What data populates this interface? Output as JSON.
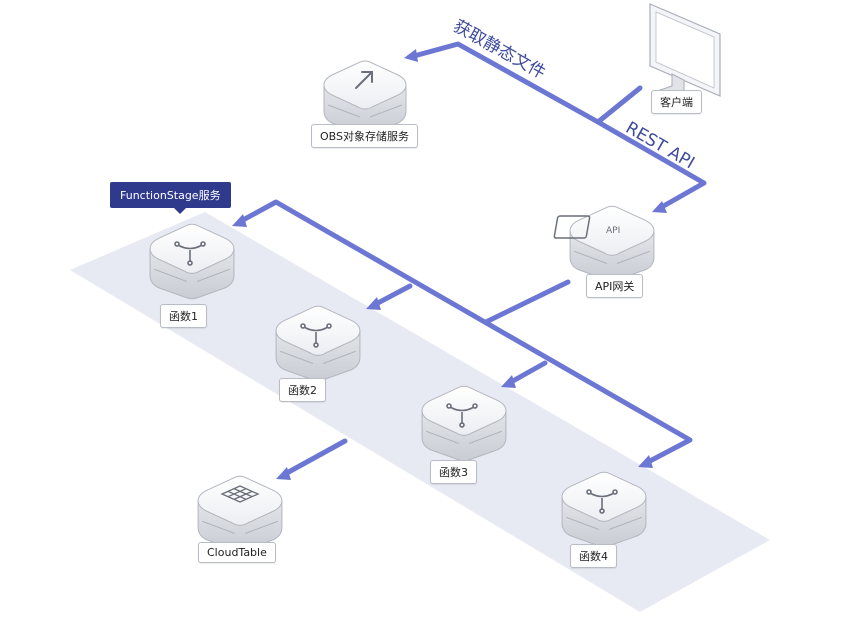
{
  "diagram": {
    "label_fetch_static": "获取静态文件",
    "label_rest_api": "REST API",
    "nodes": {
      "client": "客户端",
      "obs": "OBS对象存储服务",
      "apigw": "API网关",
      "functionstage": "FunctionStage服务",
      "fn1": "函数1",
      "fn2": "函数2",
      "fn3": "函数3",
      "fn4": "函数4",
      "cloudtable": "CloudTable"
    }
  },
  "colors": {
    "connector": "#6b77d2",
    "band": "#e8eaf3",
    "tag_bg": "#2f3a8c"
  },
  "icons": {
    "client": "monitor-icon",
    "obs": "upload-arrow-icon",
    "apigw": "api-chip-icon",
    "functions": "function-branch-icon",
    "cloudtable": "grid-table-icon"
  }
}
